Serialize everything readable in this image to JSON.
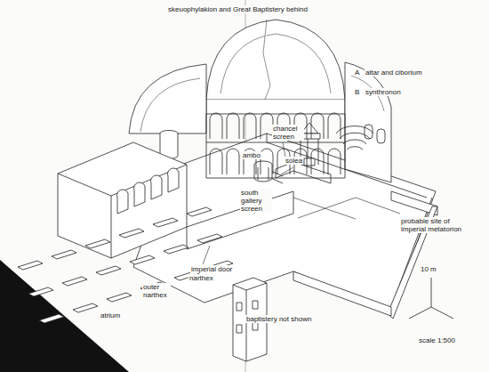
{
  "diagram": {
    "labels": [
      "skeuophylakion and Great Baptistery behind",
      "A",
      "altar and ciborium",
      "B",
      "synthronon",
      "chancel screen",
      "ambo",
      "solea",
      "south gallery screen",
      "probable site of imperial metatorion",
      "imperial door",
      "atrium",
      "outer narthex",
      "narthex",
      "baptistery not shown",
      "10 m",
      "scale 1:500"
    ]
  }
}
